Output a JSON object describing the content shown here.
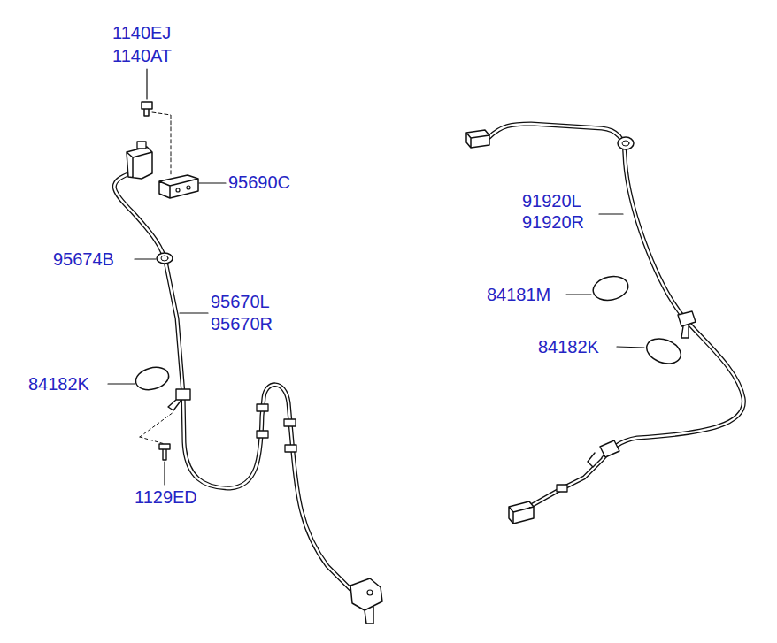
{
  "diagram": {
    "labels": [
      "1140EJ",
      "1140AT",
      "95690C",
      "95674B",
      "95670L",
      "95670R",
      "84182K",
      "1129ED",
      "91920L",
      "91920R",
      "84181M",
      "84182K"
    ]
  }
}
